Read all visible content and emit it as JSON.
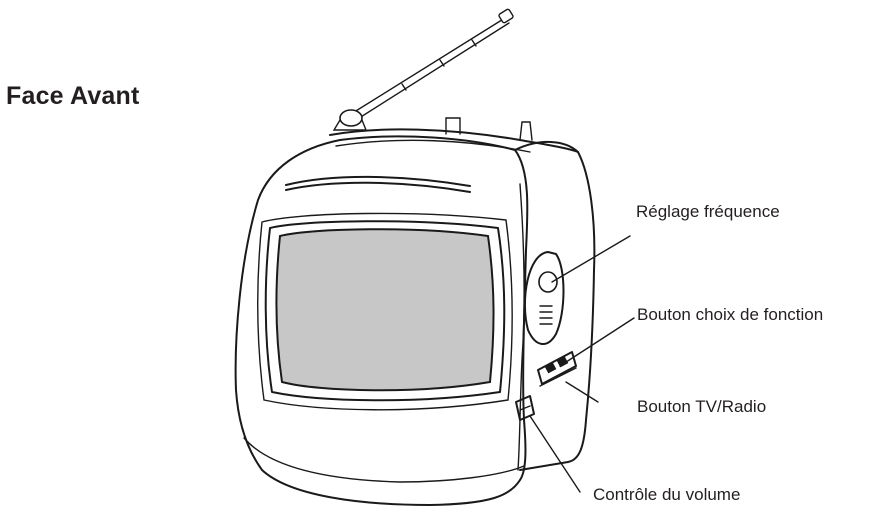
{
  "heading": "Face Avant",
  "labels": {
    "frequency": "Réglage fréquence",
    "function": "Bouton choix de fonction",
    "tv_radio": "Bouton TV/Radio",
    "volume": "Contrôle du volume"
  },
  "colors": {
    "screen_fill": "#c7c7c7",
    "line": "#1a1a1a",
    "text": "#231f20"
  }
}
